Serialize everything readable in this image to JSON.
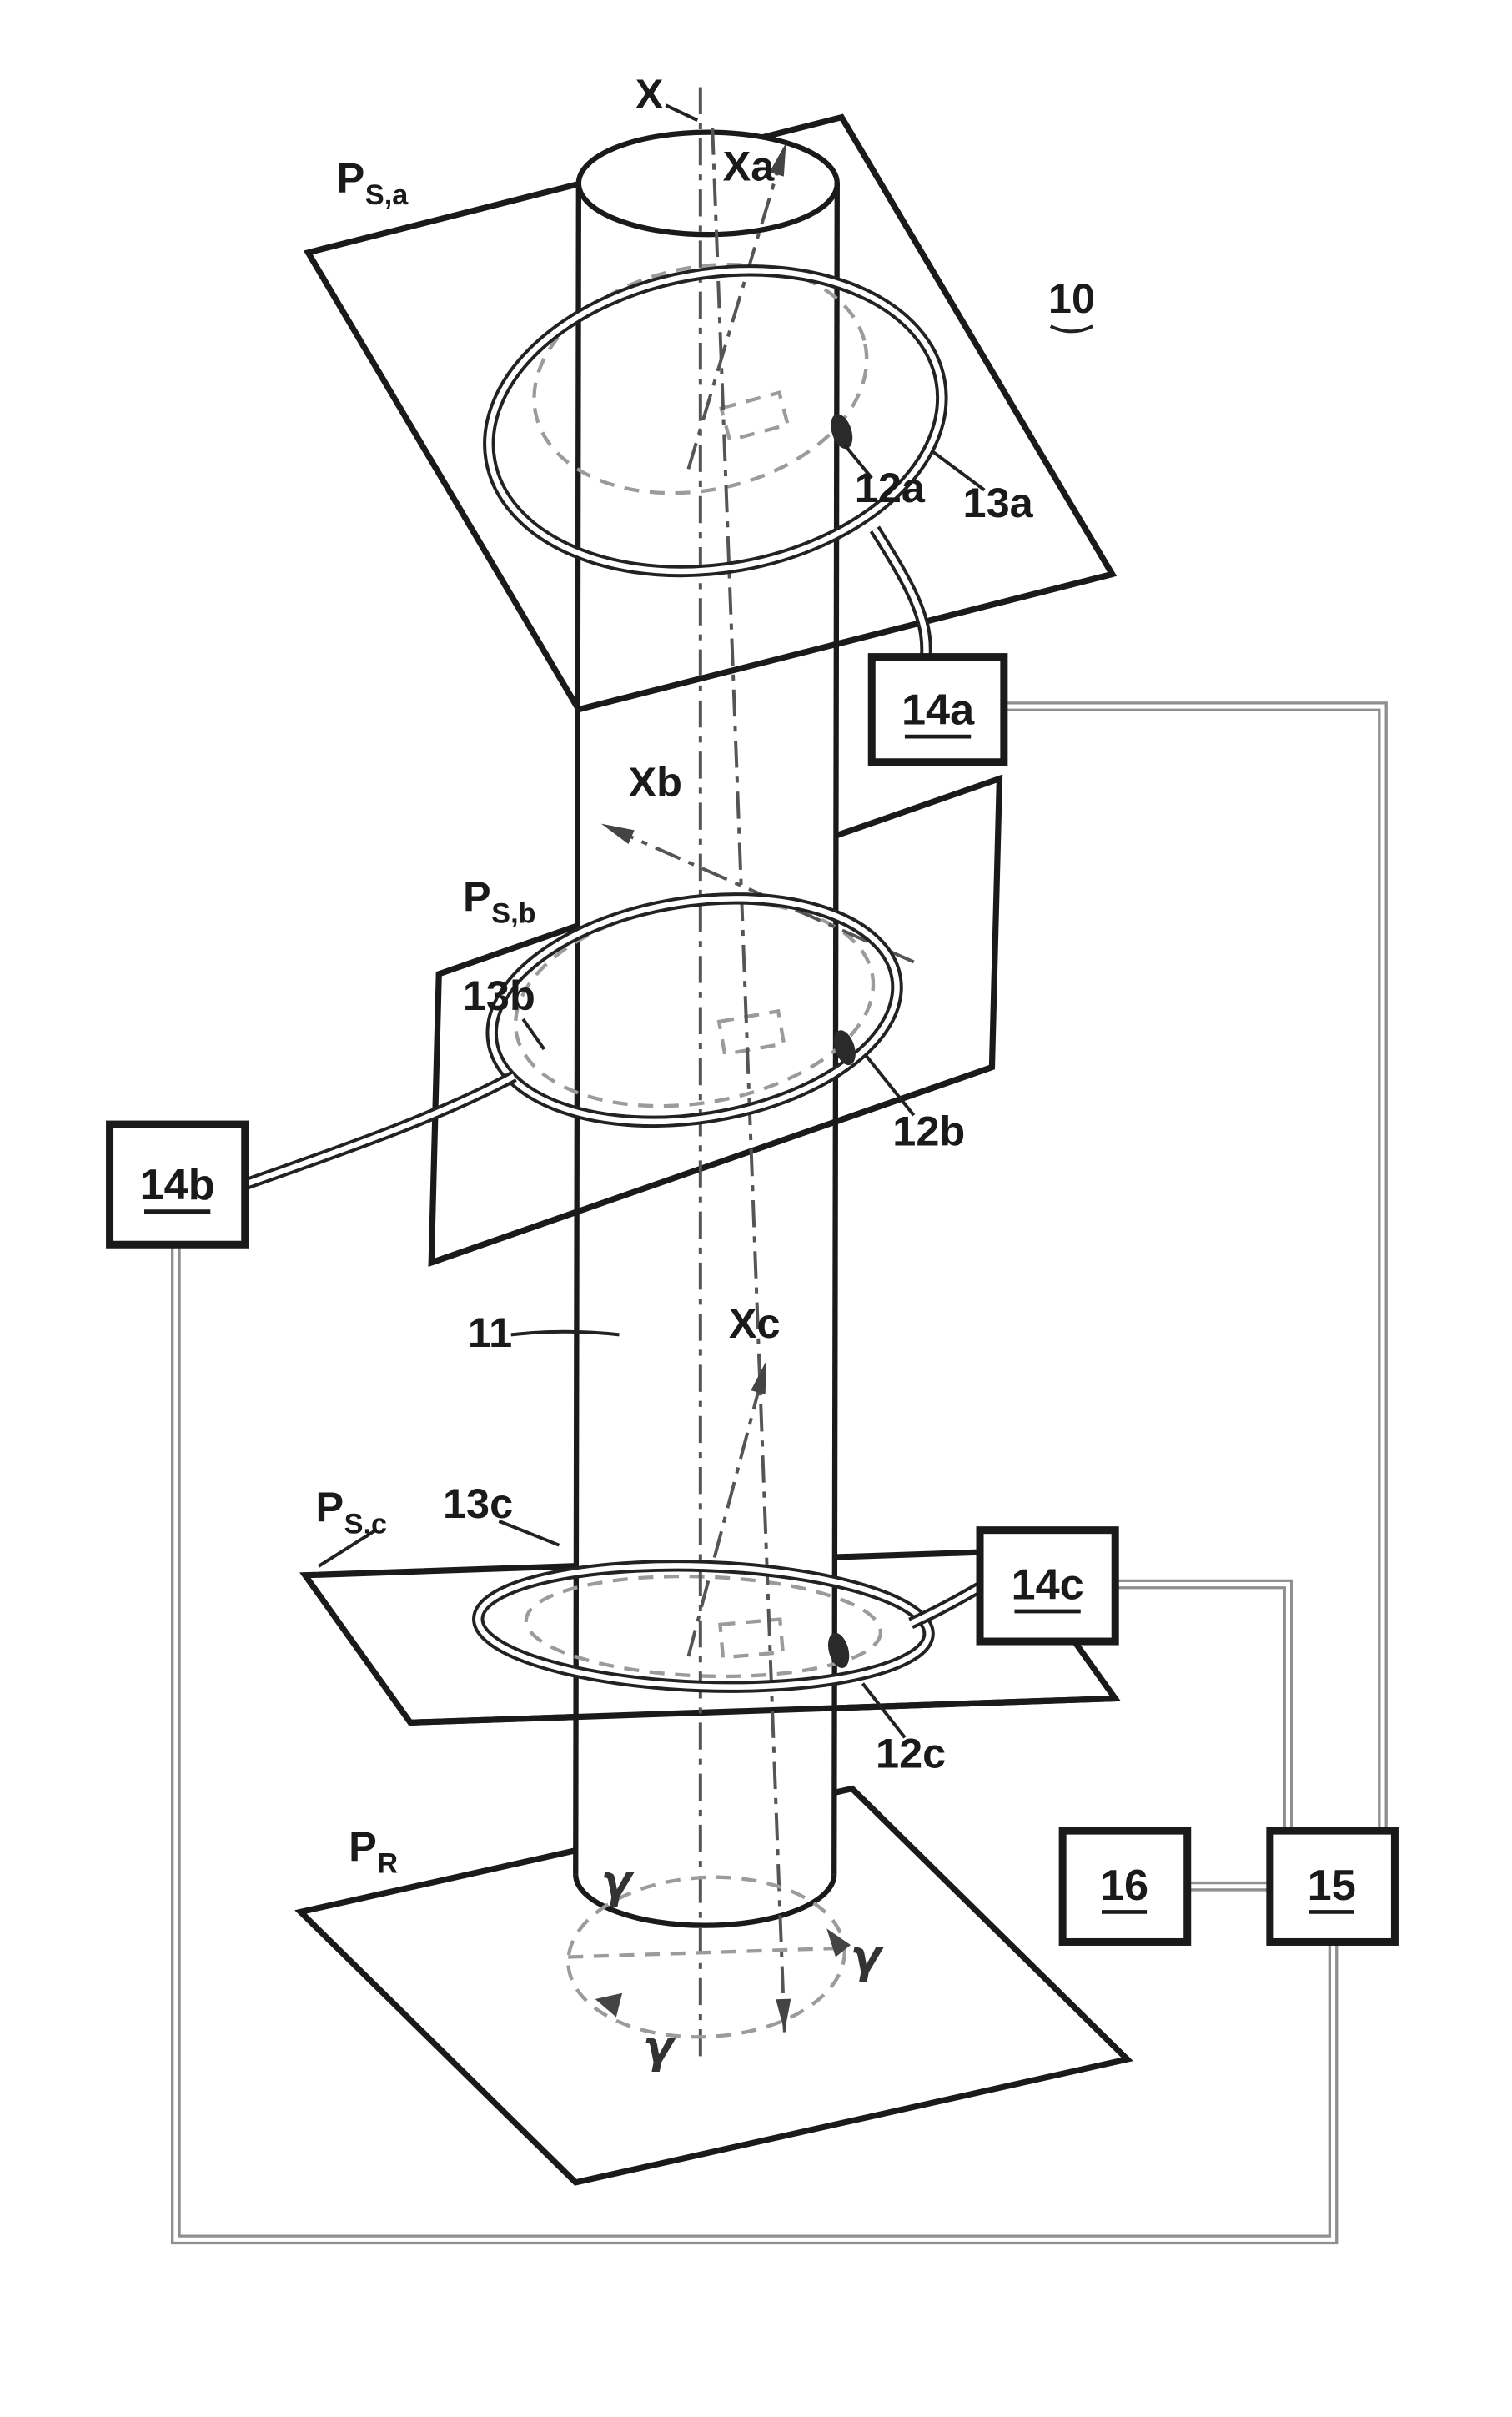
{
  "figure": {
    "labels": {
      "axis_x": "X",
      "axis_xa": "Xa",
      "axis_xb": "Xb",
      "axis_xc": "Xc",
      "plane_p": "P",
      "plane_sub_sa": "S,a",
      "plane_sub_sb": "S,b",
      "plane_sub_sc": "S,c",
      "plane_sub_r": "R",
      "ref_10": "10",
      "ref_11": "11",
      "ref_12a": "12a",
      "ref_12b": "12b",
      "ref_12c": "12c",
      "ref_13a": "13a",
      "ref_13b": "13b",
      "ref_13c": "13c",
      "ref_14a": "14a",
      "ref_14b": "14b",
      "ref_14c": "14c",
      "ref_15": "15",
      "ref_16": "16",
      "angle_gamma": "γ"
    },
    "colors": {
      "ink": "#1a1a1a",
      "wire": "#8f8f8f",
      "dash_gray": "#9b9b9b",
      "axis_gray": "#555555",
      "background": "#ffffff"
    }
  }
}
